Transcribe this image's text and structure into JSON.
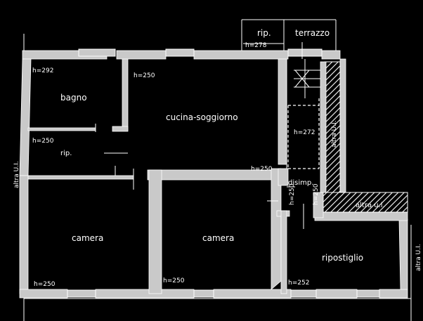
{
  "rooms": {
    "bagno": "bagno",
    "cucina": "cucina-soggiorno",
    "rip_small": "rip.",
    "camera_left": "camera",
    "camera_mid": "camera",
    "ripostiglio": "ripostiglio",
    "rip_terrace": "rip.",
    "terrazzo": "terrazzo",
    "disimpegno": "disimp.",
    "altra_uiu": "altra u.i."
  },
  "heights": {
    "bagno": "h=292",
    "cucina": "h=250",
    "rip_small": "h=250",
    "cucina_right": "h=250",
    "terrazzo": "h=278",
    "stair": "h=272",
    "camera_left": "h=250",
    "camera_mid": "h=250",
    "ripostiglio": "h=252",
    "disimp_vert": "h=250",
    "corridor_vert": "h=250"
  },
  "side_labels": {
    "left": "altra U.I.",
    "right": "altra U.I.",
    "shaft": "altra U.I."
  }
}
